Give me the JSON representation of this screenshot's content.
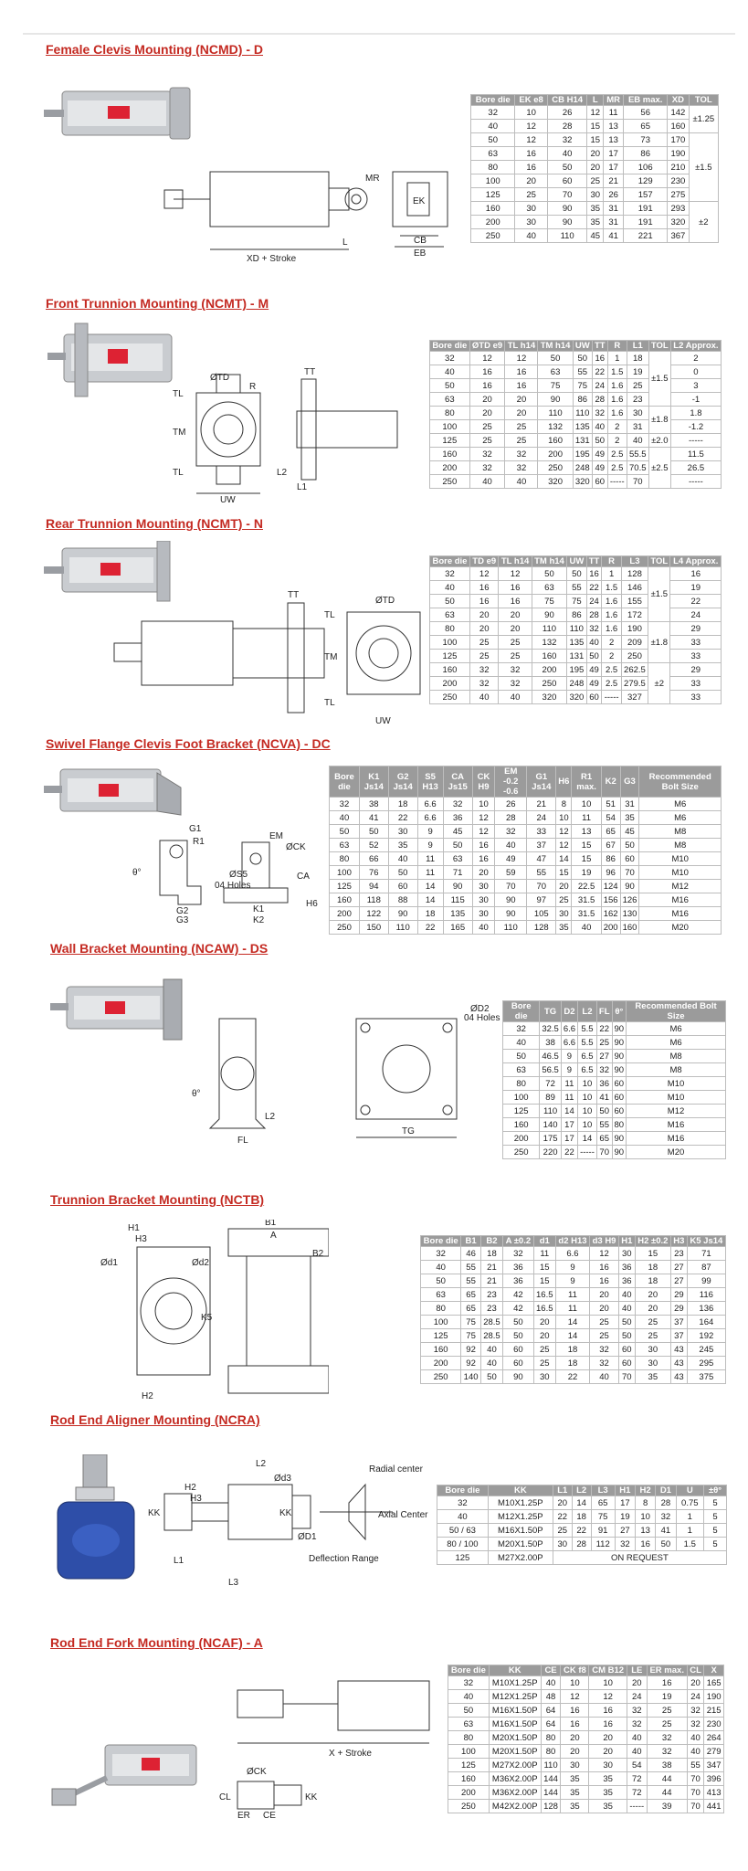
{
  "sections": [
    {
      "id": "ncmd",
      "title": "Female Clevis Mounting (NCMD) - D",
      "labels": [
        "MR",
        "XD + Stroke",
        "L",
        "CB",
        "EB",
        "EK"
      ],
      "table": {
        "headers": [
          "Bore die",
          "EK e8",
          "CB H14",
          "L",
          "MR",
          "EB max.",
          "XD",
          "TOL"
        ],
        "rows": [
          [
            "32",
            "10",
            "26",
            "12",
            "11",
            "56",
            "142"
          ],
          [
            "40",
            "12",
            "28",
            "15",
            "13",
            "65",
            "160"
          ],
          [
            "50",
            "12",
            "32",
            "15",
            "13",
            "73",
            "170"
          ],
          [
            "63",
            "16",
            "40",
            "20",
            "17",
            "86",
            "190"
          ],
          [
            "80",
            "16",
            "50",
            "20",
            "17",
            "106",
            "210"
          ],
          [
            "100",
            "20",
            "60",
            "25",
            "21",
            "129",
            "230"
          ],
          [
            "125",
            "25",
            "70",
            "30",
            "26",
            "157",
            "275"
          ],
          [
            "160",
            "30",
            "90",
            "35",
            "31",
            "191",
            "293"
          ],
          [
            "200",
            "30",
            "90",
            "35",
            "31",
            "191",
            "320"
          ],
          [
            "250",
            "40",
            "110",
            "45",
            "41",
            "221",
            "367"
          ]
        ],
        "tol_groups": [
          {
            "start": 0,
            "span": 2,
            "text": "±1.25"
          },
          {
            "start": 2,
            "span": 5,
            "text": "±1.5"
          },
          {
            "start": 7,
            "span": 3,
            "text": "±2"
          }
        ]
      }
    },
    {
      "id": "ncmt-m",
      "title": "Front Trunnion Mounting (NCMT) - M",
      "labels": [
        "ØTD",
        "R",
        "TT",
        "TL",
        "TM",
        "TL",
        "L2",
        "L1",
        "UW"
      ],
      "table": {
        "headers": [
          "Bore die",
          "ØTD e9",
          "TL h14",
          "TM h14",
          "UW",
          "TT",
          "R",
          "L1",
          "TOL",
          "L2 Approx."
        ],
        "rows": [
          [
            "32",
            "12",
            "12",
            "50",
            "50",
            "16",
            "1",
            "18",
            "2"
          ],
          [
            "40",
            "16",
            "16",
            "63",
            "55",
            "22",
            "1.5",
            "19",
            "0"
          ],
          [
            "50",
            "16",
            "16",
            "75",
            "75",
            "24",
            "1.6",
            "25",
            "3"
          ],
          [
            "63",
            "20",
            "20",
            "90",
            "86",
            "28",
            "1.6",
            "23",
            "-1"
          ],
          [
            "80",
            "20",
            "20",
            "110",
            "110",
            "32",
            "1.6",
            "30",
            "1.8"
          ],
          [
            "100",
            "25",
            "25",
            "132",
            "135",
            "40",
            "2",
            "31",
            "-1.2"
          ],
          [
            "125",
            "25",
            "25",
            "160",
            "131",
            "50",
            "2",
            "40",
            "-----"
          ],
          [
            "160",
            "32",
            "32",
            "200",
            "195",
            "49",
            "2.5",
            "55.5",
            "11.5"
          ],
          [
            "200",
            "32",
            "32",
            "250",
            "248",
            "49",
            "2.5",
            "70.5",
            "26.5"
          ],
          [
            "250",
            "40",
            "40",
            "320",
            "320",
            "60",
            "-----",
            "70",
            "-----"
          ]
        ],
        "tol_groups": [
          {
            "start": 0,
            "span": 4,
            "text": "±1.5"
          },
          {
            "start": 4,
            "span": 2,
            "text": "±1.8"
          },
          {
            "start": 6,
            "span": 1,
            "text": "±2.0"
          },
          {
            "start": 7,
            "span": 3,
            "text": "±2.5"
          }
        ]
      }
    },
    {
      "id": "ncmt-n",
      "title": "Rear Trunnion Mounting (NCMT) - N",
      "labels": [
        "TT",
        "ØTD",
        "TL",
        "TM",
        "TL",
        "UW"
      ],
      "table": {
        "headers": [
          "Bore die",
          "TD e9",
          "TL h14",
          "TM h14",
          "UW",
          "TT",
          "R",
          "L3",
          "TOL",
          "L4 Approx."
        ],
        "rows": [
          [
            "32",
            "12",
            "12",
            "50",
            "50",
            "16",
            "1",
            "128",
            "16"
          ],
          [
            "40",
            "16",
            "16",
            "63",
            "55",
            "22",
            "1.5",
            "146",
            "19"
          ],
          [
            "50",
            "16",
            "16",
            "75",
            "75",
            "24",
            "1.6",
            "155",
            "22"
          ],
          [
            "63",
            "20",
            "20",
            "90",
            "86",
            "28",
            "1.6",
            "172",
            "24"
          ],
          [
            "80",
            "20",
            "20",
            "110",
            "110",
            "32",
            "1.6",
            "190",
            "29"
          ],
          [
            "100",
            "25",
            "25",
            "132",
            "135",
            "40",
            "2",
            "209",
            "33"
          ],
          [
            "125",
            "25",
            "25",
            "160",
            "131",
            "50",
            "2",
            "250",
            "33"
          ],
          [
            "160",
            "32",
            "32",
            "200",
            "195",
            "49",
            "2.5",
            "262.5",
            "29"
          ],
          [
            "200",
            "32",
            "32",
            "250",
            "248",
            "49",
            "2.5",
            "279.5",
            "33"
          ],
          [
            "250",
            "40",
            "40",
            "320",
            "320",
            "60",
            "-----",
            "327",
            "33"
          ]
        ],
        "tol_groups": [
          {
            "start": 0,
            "span": 4,
            "text": "±1.5"
          },
          {
            "start": 4,
            "span": 3,
            "text": "±1.8"
          },
          {
            "start": 7,
            "span": 3,
            "text": "±2"
          }
        ]
      }
    },
    {
      "id": "ncva",
      "title": "Swivel Flange Clevis Foot Bracket (NCVA) - DC",
      "labels": [
        "G1",
        "R1",
        "EM",
        "ØCK",
        "ØS5",
        "04 Holes",
        "CA",
        "G2",
        "G3",
        "K1",
        "K2",
        "H6",
        "θ°"
      ],
      "table": {
        "headers": [
          "Bore die",
          "K1 Js14",
          "G2 Js14",
          "S5 H13",
          "CA Js15",
          "CK H9",
          "EM -0.2 -0.6",
          "G1 Js14",
          "H6",
          "R1 max.",
          "K2",
          "G3",
          "Recommended Bolt Size"
        ],
        "rows": [
          [
            "32",
            "38",
            "18",
            "6.6",
            "32",
            "10",
            "26",
            "21",
            "8",
            "10",
            "51",
            "31",
            "M6"
          ],
          [
            "40",
            "41",
            "22",
            "6.6",
            "36",
            "12",
            "28",
            "24",
            "10",
            "11",
            "54",
            "35",
            "M6"
          ],
          [
            "50",
            "50",
            "30",
            "9",
            "45",
            "12",
            "32",
            "33",
            "12",
            "13",
            "65",
            "45",
            "M8"
          ],
          [
            "63",
            "52",
            "35",
            "9",
            "50",
            "16",
            "40",
            "37",
            "12",
            "15",
            "67",
            "50",
            "M8"
          ],
          [
            "80",
            "66",
            "40",
            "11",
            "63",
            "16",
            "49",
            "47",
            "14",
            "15",
            "86",
            "60",
            "M10"
          ],
          [
            "100",
            "76",
            "50",
            "11",
            "71",
            "20",
            "59",
            "55",
            "15",
            "19",
            "96",
            "70",
            "M10"
          ],
          [
            "125",
            "94",
            "60",
            "14",
            "90",
            "30",
            "70",
            "70",
            "20",
            "22.5",
            "124",
            "90",
            "M12"
          ],
          [
            "160",
            "118",
            "88",
            "14",
            "115",
            "30",
            "90",
            "97",
            "25",
            "31.5",
            "156",
            "126",
            "M16"
          ],
          [
            "200",
            "122",
            "90",
            "18",
            "135",
            "30",
            "90",
            "105",
            "30",
            "31.5",
            "162",
            "130",
            "M16"
          ],
          [
            "250",
            "150",
            "110",
            "22",
            "165",
            "40",
            "110",
            "128",
            "35",
            "40",
            "200",
            "160",
            "M20"
          ]
        ]
      }
    },
    {
      "id": "ncaw",
      "title": "Wall Bracket Mounting (NCAW) - DS",
      "labels": [
        "ØD2",
        "04 Holes",
        "θ°",
        "L2",
        "FL",
        "TG"
      ],
      "table": {
        "headers": [
          "Bore die",
          "TG",
          "D2",
          "L2",
          "FL",
          "θ°",
          "Recommended Bolt Size"
        ],
        "rows": [
          [
            "32",
            "32.5",
            "6.6",
            "5.5",
            "22",
            "90",
            "M6"
          ],
          [
            "40",
            "38",
            "6.6",
            "5.5",
            "25",
            "90",
            "M6"
          ],
          [
            "50",
            "46.5",
            "9",
            "6.5",
            "27",
            "90",
            "M8"
          ],
          [
            "63",
            "56.5",
            "9",
            "6.5",
            "32",
            "90",
            "M8"
          ],
          [
            "80",
            "72",
            "11",
            "10",
            "36",
            "60",
            "M10"
          ],
          [
            "100",
            "89",
            "11",
            "10",
            "41",
            "60",
            "M10"
          ],
          [
            "125",
            "110",
            "14",
            "10",
            "50",
            "60",
            "M12"
          ],
          [
            "160",
            "140",
            "17",
            "10",
            "55",
            "80",
            "M16"
          ],
          [
            "200",
            "175",
            "17",
            "14",
            "65",
            "90",
            "M16"
          ],
          [
            "250",
            "220",
            "22",
            "-----",
            "70",
            "90",
            "M20"
          ]
        ]
      }
    },
    {
      "id": "nctb",
      "title": "Trunnion Bracket Mounting (NCTB)",
      "labels": [
        "H1",
        "H3",
        "Ød1",
        "Ød2",
        "B1",
        "A",
        "B2",
        "K5",
        "H2"
      ],
      "table": {
        "headers": [
          "Bore die",
          "B1",
          "B2",
          "A ±0.2",
          "d1",
          "d2 H13",
          "d3 H9",
          "H1",
          "H2 ±0.2",
          "H3",
          "K5 Js14"
        ],
        "rows": [
          [
            "32",
            "46",
            "18",
            "32",
            "11",
            "6.6",
            "12",
            "30",
            "15",
            "23",
            "71"
          ],
          [
            "40",
            "55",
            "21",
            "36",
            "15",
            "9",
            "16",
            "36",
            "18",
            "27",
            "87"
          ],
          [
            "50",
            "55",
            "21",
            "36",
            "15",
            "9",
            "16",
            "36",
            "18",
            "27",
            "99"
          ],
          [
            "63",
            "65",
            "23",
            "42",
            "16.5",
            "11",
            "20",
            "40",
            "20",
            "29",
            "116"
          ],
          [
            "80",
            "65",
            "23",
            "42",
            "16.5",
            "11",
            "20",
            "40",
            "20",
            "29",
            "136"
          ],
          [
            "100",
            "75",
            "28.5",
            "50",
            "20",
            "14",
            "25",
            "50",
            "25",
            "37",
            "164"
          ],
          [
            "125",
            "75",
            "28.5",
            "50",
            "20",
            "14",
            "25",
            "50",
            "25",
            "37",
            "192"
          ],
          [
            "160",
            "92",
            "40",
            "60",
            "25",
            "18",
            "32",
            "60",
            "30",
            "43",
            "245"
          ],
          [
            "200",
            "92",
            "40",
            "60",
            "25",
            "18",
            "32",
            "60",
            "30",
            "43",
            "295"
          ],
          [
            "250",
            "140",
            "50",
            "90",
            "30",
            "22",
            "40",
            "70",
            "35",
            "43",
            "375"
          ]
        ]
      }
    },
    {
      "id": "ncra",
      "title": "Rod End Aligner Mounting (NCRA)",
      "labels": [
        "L2",
        "H2",
        "Ød3",
        "H3",
        "KK",
        "KK",
        "ØD1",
        "L1",
        "L3",
        "Deflection Range",
        "Radial center",
        "Axial Center"
      ],
      "table": {
        "headers": [
          "Bore die",
          "KK",
          "L1",
          "L2",
          "L3",
          "H1",
          "H2",
          "D1",
          "U",
          "±θ°"
        ],
        "rows": [
          [
            "32",
            "M10X1.25P",
            "20",
            "14",
            "65",
            "17",
            "8",
            "28",
            "0.75",
            "5"
          ],
          [
            "40",
            "M12X1.25P",
            "22",
            "18",
            "75",
            "19",
            "10",
            "32",
            "1",
            "5"
          ],
          [
            "50 / 63",
            "M16X1.50P",
            "25",
            "22",
            "91",
            "27",
            "13",
            "41",
            "1",
            "5"
          ],
          [
            "80 / 100",
            "M20X1.50P",
            "30",
            "28",
            "112",
            "32",
            "16",
            "50",
            "1.5",
            "5"
          ]
        ],
        "last_row": {
          "bore": "125",
          "kk": "M27X2.00P",
          "note": "ON REQUEST"
        }
      }
    },
    {
      "id": "ncaf",
      "title": "Rod End Fork Mounting (NCAF) - A",
      "labels": [
        "X + Stroke",
        "ØCK",
        "CL",
        "ER",
        "CE",
        "KK"
      ],
      "table": {
        "headers": [
          "Bore die",
          "KK",
          "CE",
          "CK f8",
          "CM B12",
          "LE",
          "ER max.",
          "CL",
          "X"
        ],
        "rows": [
          [
            "32",
            "M10X1.25P",
            "40",
            "10",
            "10",
            "20",
            "16",
            "20",
            "165"
          ],
          [
            "40",
            "M12X1.25P",
            "48",
            "12",
            "12",
            "24",
            "19",
            "24",
            "190"
          ],
          [
            "50",
            "M16X1.50P",
            "64",
            "16",
            "16",
            "32",
            "25",
            "32",
            "215"
          ],
          [
            "63",
            "M16X1.50P",
            "64",
            "16",
            "16",
            "32",
            "25",
            "32",
            "230"
          ],
          [
            "80",
            "M20X1.50P",
            "80",
            "20",
            "20",
            "40",
            "32",
            "40",
            "264"
          ],
          [
            "100",
            "M20X1.50P",
            "80",
            "20",
            "20",
            "40",
            "32",
            "40",
            "279"
          ],
          [
            "125",
            "M27X2.00P",
            "110",
            "30",
            "30",
            "54",
            "38",
            "55",
            "347"
          ],
          [
            "160",
            "M36X2.00P",
            "144",
            "35",
            "35",
            "72",
            "44",
            "70",
            "396"
          ],
          [
            "200",
            "M36X2.00P",
            "144",
            "35",
            "35",
            "72",
            "44",
            "70",
            "413"
          ],
          [
            "250",
            "M42X2.00P",
            "128",
            "35",
            "35",
            "-----",
            "39",
            "70",
            "441"
          ]
        ]
      }
    }
  ]
}
